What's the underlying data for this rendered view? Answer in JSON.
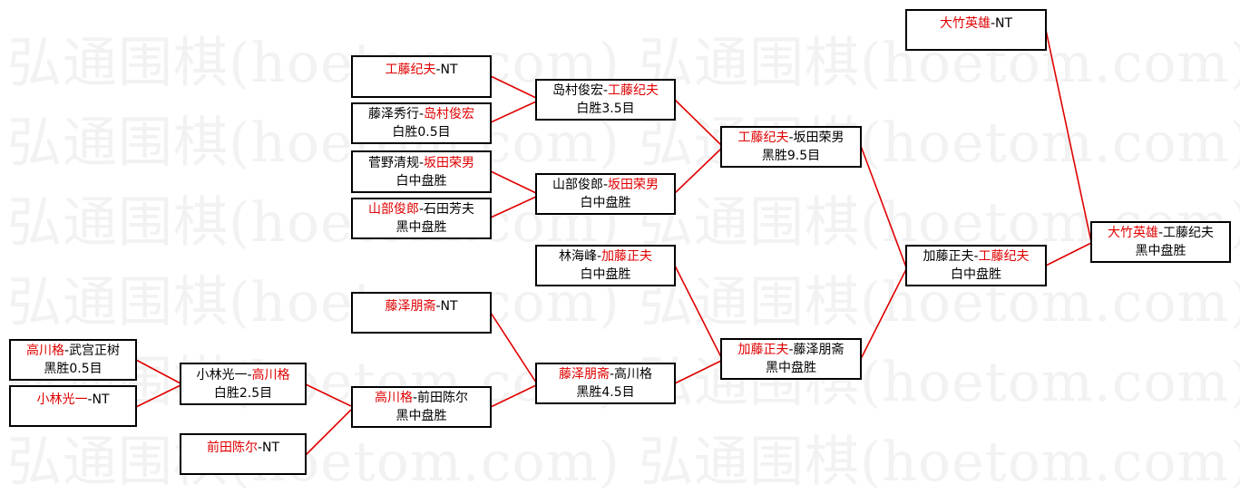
{
  "watermark": {
    "text": "弘通围棋(hoetom.com) 弘通围棋(hoetom.com) 弘"
  },
  "colors": {
    "line": "#e00000",
    "winner": "#e00000",
    "border": "#000000"
  },
  "matches": {
    "m_ohtake_nt": {
      "p1": "大竹英雄",
      "sep": "-",
      "p2": "NT",
      "result": ""
    },
    "m_kudo_nt": {
      "p1": "工藤纪夫",
      "sep": "-",
      "p2": "NT",
      "result": ""
    },
    "m_fujisawa_shimamura": {
      "p1": "藤泽秀行",
      "sep": "-",
      "p2": "岛村俊宏",
      "result": "白胜0.5目"
    },
    "m_sugano_sakata": {
      "p1": "菅野清规",
      "sep": "-",
      "p2": "坂田荣男",
      "result": "白中盘胜"
    },
    "m_yamabe_ishida": {
      "p1": "山部俊郎",
      "sep": "-",
      "p2": "石田芳夫",
      "result": "黑中盘胜"
    },
    "m_shimamura_kudo": {
      "p1": "岛村俊宏",
      "sep": "-",
      "p2": "工藤纪夫",
      "result": "白胜3.5目"
    },
    "m_yamabe_sakata": {
      "p1": "山部俊郎",
      "sep": "-",
      "p2": "坂田荣男",
      "result": "白中盘胜"
    },
    "m_kudo_sakata": {
      "p1": "工藤纪夫",
      "sep": "-",
      "p2": "坂田荣男",
      "result": "黑胜9.5目"
    },
    "m_rin_kato": {
      "p1": "林海峰",
      "sep": "-",
      "p2": "加藤正夫",
      "result": "白中盘胜"
    },
    "m_fujisawah_nt": {
      "p1": "藤泽朋斋",
      "sep": "-",
      "p2": "NT",
      "result": ""
    },
    "m_takagawa_miyamoto": {
      "p1": "高川格",
      "sep": "-",
      "p2": "武宫正树",
      "result": "黑胜0.5目"
    },
    "m_kobayashi_nt": {
      "p1": "小林光一",
      "sep": "-",
      "p2": "NT",
      "result": ""
    },
    "m_kobayashi_takagawa": {
      "p1": "小林光一",
      "sep": "-",
      "p2": "高川格",
      "result": "白胜2.5目"
    },
    "m_maeda_nt": {
      "p1": "前田陈尔",
      "sep": "-",
      "p2": "NT",
      "result": ""
    },
    "m_takagawa_maeda": {
      "p1": "高川格",
      "sep": "-",
      "p2": "前田陈尔",
      "result": "黑中盘胜"
    },
    "m_fujisawah_takagawa": {
      "p1": "藤泽朋斋",
      "sep": "-",
      "p2": "高川格",
      "result": "黑胜4.5目"
    },
    "m_kato_fujisawah": {
      "p1": "加藤正夫",
      "sep": "-",
      "p2": "藤泽朋斋",
      "result": "黑中盘胜"
    },
    "m_kato_kudo": {
      "p1": "加藤正夫",
      "sep": "-",
      "p2": "工藤纪夫",
      "result": "白中盘胜"
    },
    "m_final": {
      "p1": "大竹英雄",
      "sep": "-",
      "p2": "工藤纪夫",
      "result": "黑中盘胜"
    }
  }
}
